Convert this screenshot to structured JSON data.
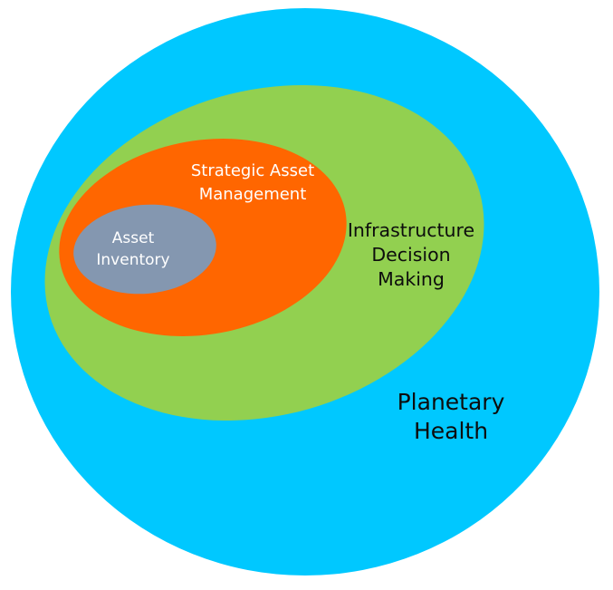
{
  "diagram": {
    "type": "nested-ellipses",
    "colors": {
      "planetary_health": "#00C8FF",
      "infrastructure_decision_making": "#92D050",
      "strategic_asset_management": "#FF6600",
      "asset_inventory": "#8497B0"
    },
    "layers": {
      "planetary_health": {
        "lines": [
          "Planetary",
          "Health"
        ]
      },
      "infrastructure_decision_making": {
        "lines": [
          "Infrastructure",
          "Decision",
          "Making"
        ]
      },
      "strategic_asset_management": {
        "lines": [
          "Strategic Asset",
          "Management"
        ]
      },
      "asset_inventory": {
        "lines": [
          "Asset",
          "Inventory"
        ]
      }
    }
  }
}
